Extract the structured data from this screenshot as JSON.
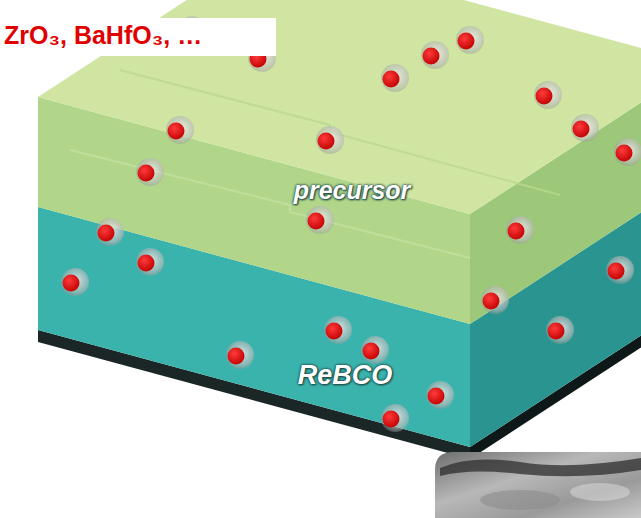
{
  "diagram": {
    "nodes": [
      {
        "text": [
          "ZrO₃, BaHfO₃, …"
        ]
      }
    ],
    "labels": [
      "precursor",
      "ReBCO"
    ]
  }
}
